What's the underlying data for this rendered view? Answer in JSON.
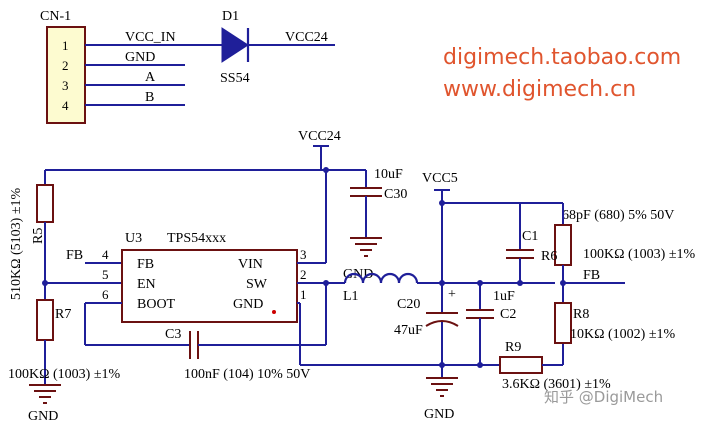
{
  "connector": {
    "ref": "CN-1",
    "pins": [
      "1",
      "2",
      "3",
      "4"
    ],
    "nets": [
      "VCC_IN",
      "GND",
      "A",
      "B"
    ]
  },
  "diode": {
    "ref": "D1",
    "value": "SS54"
  },
  "nets": {
    "vcc24_out": "VCC24",
    "vcc24_top": "VCC24",
    "vcc5": "VCC5",
    "fb_left": "FB",
    "fb_right": "FB",
    "gnd_bottom_left": "GND",
    "gnd_c30": "GND",
    "gnd_bottom_mid": "GND"
  },
  "ic": {
    "ref": "U3",
    "part": "TPS54xxx",
    "left_pins": [
      {
        "num": "4",
        "name": "FB"
      },
      {
        "num": "5",
        "name": "EN"
      },
      {
        "num": "6",
        "name": "BOOT"
      }
    ],
    "right_pins": [
      {
        "num": "3",
        "name": "VIN"
      },
      {
        "num": "2",
        "name": "SW"
      },
      {
        "num": "1",
        "name": "GND"
      }
    ]
  },
  "components": {
    "r5_ref": "R5",
    "r5_value": "510KΩ (5103) ±1%",
    "r7_ref": "R7",
    "r7_value": "100KΩ (1003) ±1%",
    "c30_value": "10uF",
    "c30_ref": "C30",
    "c3_ref": "C3",
    "c3_value": "100nF (104) 10% 50V",
    "l1_ref": "L1",
    "c20_ref": "C20",
    "c20_value": "47uF",
    "c2_value": "1uF",
    "c2_ref": "C2",
    "c1_ref": "C1",
    "c1_value": "68pF (680) 5% 50V",
    "r6_ref": "R6",
    "r6_value": "100KΩ (1003) ±1%",
    "r8_ref": "R8",
    "r8_value": "10KΩ (1002) ±1%",
    "r9_ref": "R9",
    "r9_value": "3.6KΩ (3601) ±1%"
  },
  "links": {
    "shop": "digimech.taobao.com",
    "site": "www.digimech.cn"
  },
  "watermark": "知乎 @DigiMech",
  "colors": {
    "wire": "#1f1f99",
    "component": "#6b1111",
    "link": "#e0552e"
  }
}
